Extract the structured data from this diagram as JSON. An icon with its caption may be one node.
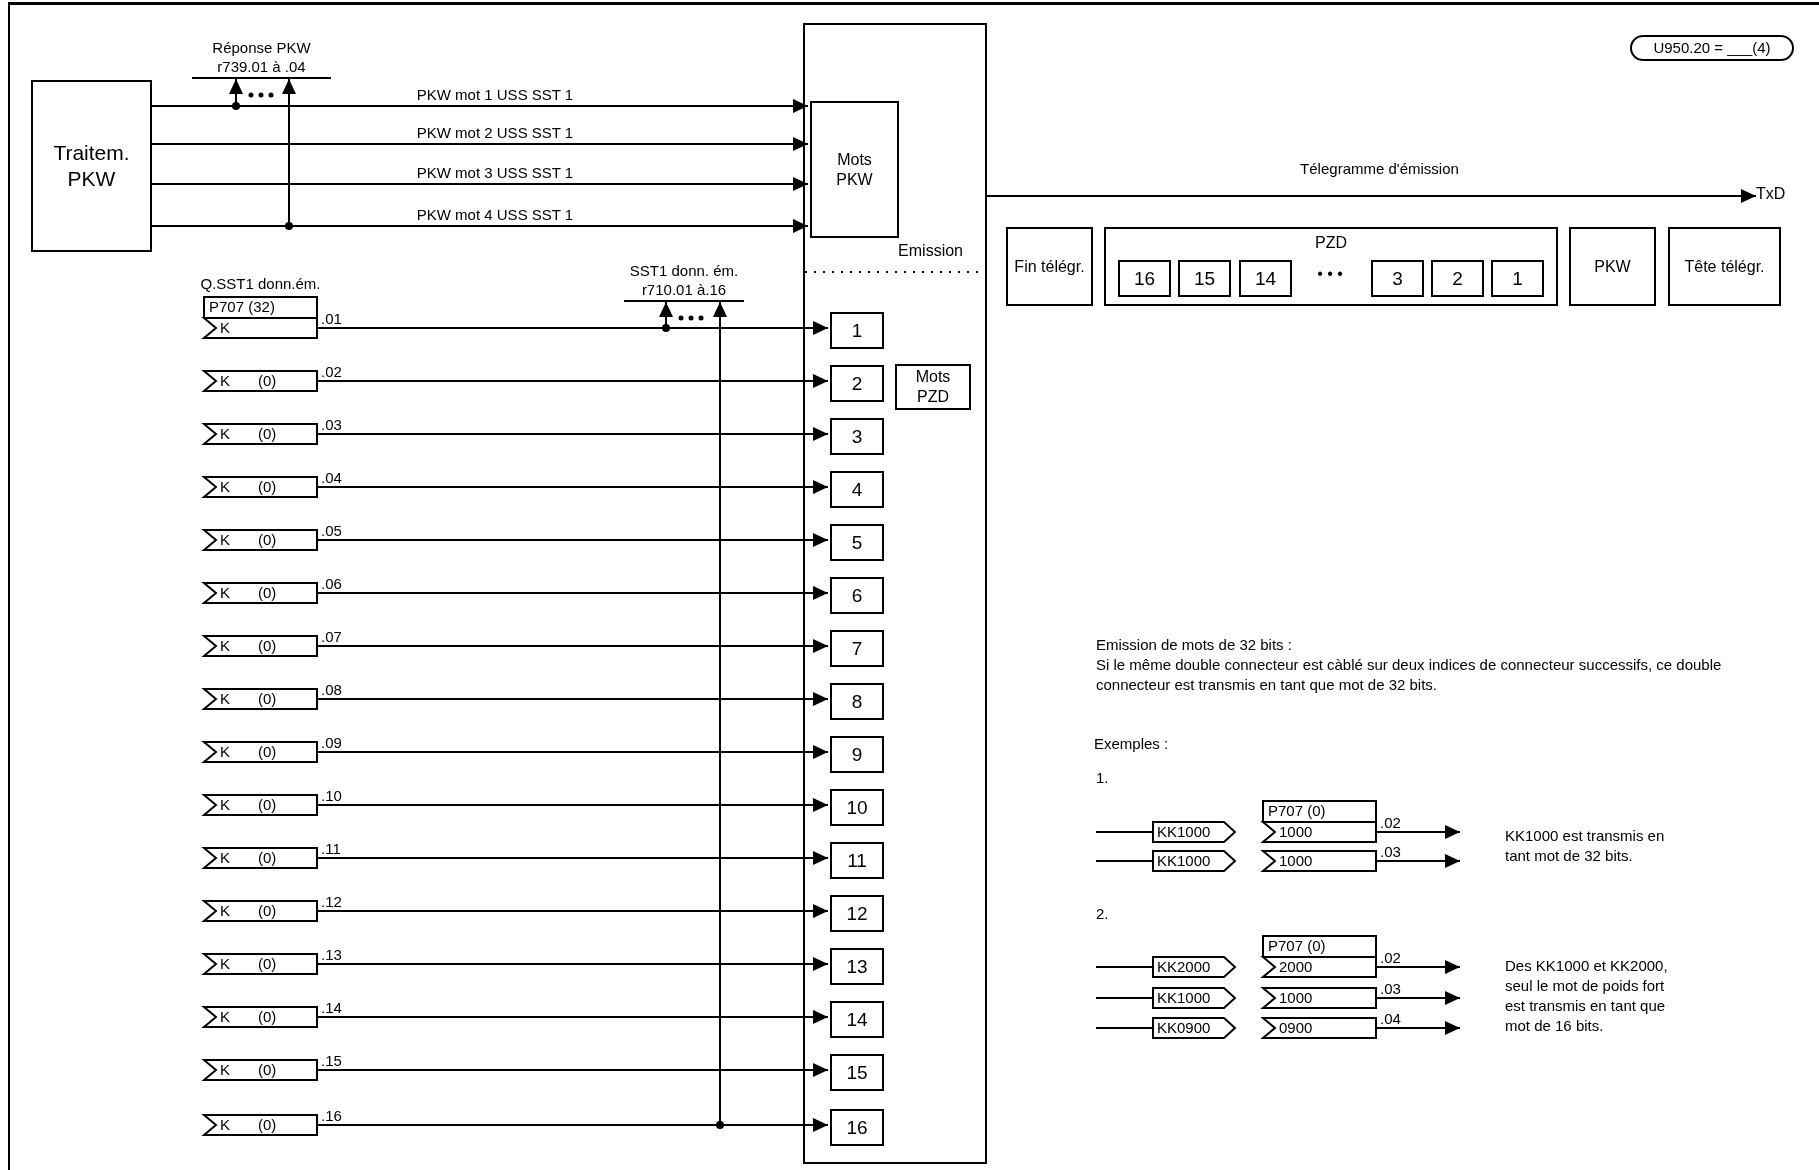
{
  "diagram": {
    "nodes": [
      {
        "text": [
          "Traitem. PKW"
        ]
      },
      {
        "text": [
          "Emission"
        ]
      },
      {
        "text": [
          "Mots PKW"
        ],
        "in": 1
      },
      {
        "text": [
          "1"
        ],
        "in": 1
      },
      {
        "text": [
          "2"
        ],
        "in": 1
      },
      {
        "text": [
          "3"
        ],
        "in": 1
      },
      {
        "text": [
          "4"
        ],
        "in": 1
      },
      {
        "text": [
          "5"
        ],
        "in": 1
      },
      {
        "text": [
          "6"
        ],
        "in": 1
      },
      {
        "text": [
          "7"
        ],
        "in": 1
      },
      {
        "text": [
          "8"
        ],
        "in": 1
      },
      {
        "text": [
          "9"
        ],
        "in": 1
      },
      {
        "text": [
          "10"
        ],
        "in": 1
      },
      {
        "text": [
          "11"
        ],
        "in": 1
      },
      {
        "text": [
          "12"
        ],
        "in": 1
      },
      {
        "text": [
          "13"
        ],
        "in": 1
      },
      {
        "text": [
          "14"
        ],
        "in": 1
      },
      {
        "text": [
          "15"
        ],
        "in": 1
      },
      {
        "text": [
          "16"
        ],
        "in": 1
      },
      {
        "text": [
          "Mots PZD"
        ],
        "in": 1
      },
      {
        "text": [
          "Q.SST1 donn.ém.",
          "P707 (32)",
          "K"
        ]
      },
      {
        "text": [
          "K",
          "(0)"
        ]
      },
      {
        "text": [
          "K",
          "(0)"
        ]
      },
      {
        "text": [
          "K",
          "(0)"
        ]
      },
      {
        "text": [
          "K",
          "(0)"
        ]
      },
      {
        "text": [
          "K",
          "(0)"
        ]
      },
      {
        "text": [
          "K",
          "(0)"
        ]
      },
      {
        "text": [
          "K",
          "(0)"
        ]
      },
      {
        "text": [
          "K",
          "(0)"
        ]
      },
      {
        "text": [
          "K",
          "(0)"
        ]
      },
      {
        "text": [
          "K",
          "(0)"
        ]
      },
      {
        "text": [
          "K",
          "(0)"
        ]
      },
      {
        "text": [
          "K",
          "(0)"
        ]
      },
      {
        "text": [
          "K",
          "(0)"
        ]
      },
      {
        "text": [
          "K",
          "(0)"
        ]
      },
      {
        "text": [
          "K",
          "(0)"
        ]
      },
      {
        "text": [
          "Réponse PKW",
          "r739.01 à .04"
        ]
      },
      {
        "text": [
          "SST1 donn. ém.",
          "r710.01 à.16"
        ]
      },
      {
        "text": [
          "TxD"
        ]
      },
      {
        "text": [
          "Fin télégr."
        ]
      },
      {
        "text": [
          "PZD"
        ]
      },
      {
        "text": [
          "16"
        ],
        "in": 40
      },
      {
        "text": [
          "15"
        ],
        "in": 40
      },
      {
        "text": [
          "14"
        ],
        "in": 40
      },
      {
        "text": [
          "3"
        ],
        "in": 40
      },
      {
        "text": [
          "2"
        ],
        "in": 40
      },
      {
        "text": [
          "1"
        ],
        "in": 40
      },
      {
        "text": [
          "PKW"
        ]
      },
      {
        "text": [
          "Tête télégr."
        ]
      },
      {
        "text": [
          "U950.20 = ___(4)"
        ]
      },
      {
        "text": [
          "KK1000"
        ]
      },
      {
        "text": [
          "KK1000"
        ]
      },
      {
        "text": [
          "P707 (0)",
          "1000"
        ]
      },
      {
        "text": [
          "1000"
        ]
      },
      {
        "text": [
          "KK2000"
        ]
      },
      {
        "text": [
          "KK1000"
        ]
      },
      {
        "text": [
          "KK0900"
        ]
      },
      {
        "text": [
          "P707 (0)",
          "2000"
        ]
      },
      {
        "text": [
          "1000"
        ]
      },
      {
        "text": [
          "0900"
        ]
      }
    ],
    "edges": [
      {
        "from": 0,
        "to": 2,
        "arrow": "to",
        "label": "PKW mot 1 USS SST 1"
      },
      {
        "from": 0,
        "to": 2,
        "arrow": "to",
        "label": "PKW mot 2 USS SST 1"
      },
      {
        "from": 0,
        "to": 2,
        "arrow": "to",
        "label": "PKW mot 3 USS SST 1"
      },
      {
        "from": 0,
        "to": 2,
        "arrow": "to",
        "label": "PKW mot 4 USS SST 1"
      },
      {
        "from": null,
        "to": 36,
        "arrow": "to"
      },
      {
        "from": null,
        "to": 36,
        "arrow": "to"
      },
      {
        "from": 20,
        "to": 3,
        "arrow": "to",
        "label": ".01"
      },
      {
        "from": 21,
        "to": 4,
        "arrow": "to",
        "label": ".02"
      },
      {
        "from": 22,
        "to": 5,
        "arrow": "to",
        "label": ".03"
      },
      {
        "from": 23,
        "to": 6,
        "arrow": "to",
        "label": ".04"
      },
      {
        "from": 24,
        "to": 7,
        "arrow": "to",
        "label": ".05"
      },
      {
        "from": 25,
        "to": 8,
        "arrow": "to",
        "label": ".06"
      },
      {
        "from": 26,
        "to": 9,
        "arrow": "to",
        "label": ".07"
      },
      {
        "from": 27,
        "to": 10,
        "arrow": "to",
        "label": ".08"
      },
      {
        "from": 28,
        "to": 11,
        "arrow": "to",
        "label": ".09"
      },
      {
        "from": 29,
        "to": 12,
        "arrow": "to",
        "label": ".10"
      },
      {
        "from": 30,
        "to": 13,
        "arrow": "to",
        "label": ".11"
      },
      {
        "from": 31,
        "to": 14,
        "arrow": "to",
        "label": ".12"
      },
      {
        "from": 32,
        "to": 15,
        "arrow": "to",
        "label": ".13"
      },
      {
        "from": 33,
        "to": 16,
        "arrow": "to",
        "label": ".14"
      },
      {
        "from": 34,
        "to": 17,
        "arrow": "to",
        "label": ".15"
      },
      {
        "from": 35,
        "to": 18,
        "arrow": "to",
        "label": ".16"
      },
      {
        "from": null,
        "to": 37,
        "arrow": "to"
      },
      {
        "from": null,
        "to": 37,
        "arrow": "to"
      },
      {
        "from": 1,
        "to": 38,
        "arrow": "to",
        "label": "Télegramme d'émission"
      },
      {
        "from": null,
        "to": 50,
        "arrow": "none"
      },
      {
        "from": null,
        "to": 51,
        "arrow": "none"
      },
      {
        "from": 52,
        "to": null,
        "arrow": "to",
        "label": ".02"
      },
      {
        "from": 53,
        "to": null,
        "arrow": "to",
        "label": ".03"
      },
      {
        "from": null,
        "to": 54,
        "arrow": "none"
      },
      {
        "from": null,
        "to": 55,
        "arrow": "none"
      },
      {
        "from": null,
        "to": 56,
        "arrow": "none"
      },
      {
        "from": 57,
        "to": null,
        "arrow": "to",
        "label": ".02"
      },
      {
        "from": 58,
        "to": null,
        "arrow": "to",
        "label": ".03"
      },
      {
        "from": 59,
        "to": null,
        "arrow": "to",
        "label": ".04"
      }
    ],
    "labels": [
      "• • •",
      "Emission de mots de 32 bits :",
      "Si le même double connecteur est càblé sur deux indices de connecteur successifs, ce double connecteur est transmis en tant que mot de 32 bits.",
      "Exemples :",
      "1.",
      "KK1000 est transmis en tant mot de 32 bits.",
      "2.",
      "Des KK1000 et KK2000, seul le mot de poids fort est transmis en tant que mot de 16 bits."
    ]
  }
}
